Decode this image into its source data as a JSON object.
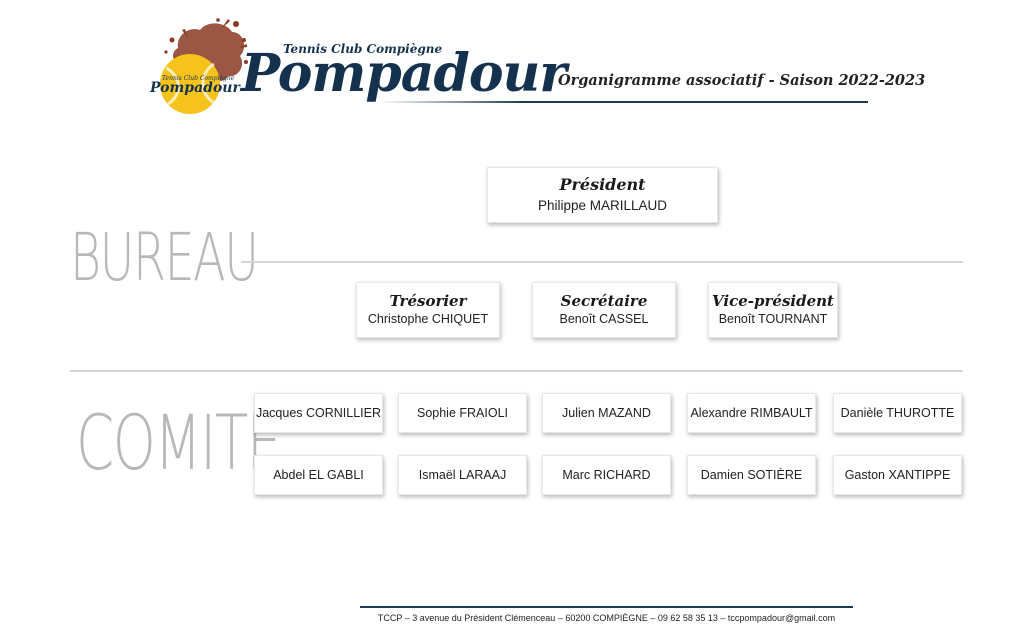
{
  "logo": {
    "club_small": "Tennis Club Compiègne",
    "brand": "Pompadour",
    "ball_small": "Tennis Club Compiègne",
    "ball_brand": "Pompadour"
  },
  "header": {
    "title": "Organigramme associatif - Saison 2022-2023"
  },
  "sections": {
    "bureau_label": "BUREAU",
    "comite_label": "COMITÉ"
  },
  "bureau": {
    "president": {
      "role": "Président",
      "name": "Philippe MARILLAUD"
    },
    "officers": [
      {
        "role": "Trésorier",
        "name": "Christophe CHIQUET"
      },
      {
        "role": "Secrétaire",
        "name": "Benoît CASSEL"
      },
      {
        "role": "Vice-président",
        "name": "Benoît TOURNANT"
      }
    ]
  },
  "comite": {
    "members": [
      "Jacques CORNILLIER",
      "Sophie FRAIOLI",
      "Julien MAZAND",
      "Alexandre RIMBAULT",
      "Danièle THUROTTE",
      "Abdel EL GABLI",
      "Ismaël LARAAJ",
      "Marc RICHARD",
      "Damien SOTIÈRE",
      "Gaston XANTIPPE"
    ]
  },
  "footer": {
    "text": "TCCP – 3 avenue du Président Clémenceau – 60200 COMPIÈGNE – 09 62 58 35 13 – tccpompadour@gmail.com"
  },
  "colors": {
    "brand_navy": "#14324d",
    "ball_yellow": "#f6c21c",
    "splash_brown": "#8a3a22",
    "section_grey": "#b8b8b8"
  }
}
